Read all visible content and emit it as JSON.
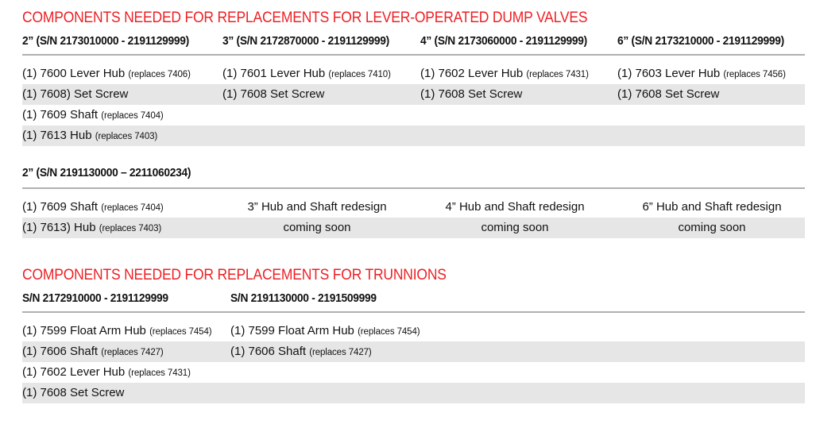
{
  "colors": {
    "heading_red": "#ed2024",
    "row_stripe": "#e6e6e6",
    "rule": "#b0b0b0",
    "text": "#111111"
  },
  "section1": {
    "title": "COMPONENTS NEEDED FOR REPLACEMENTS FOR LEVER-OPERATED DUMP VALVES",
    "columns": [
      "2” (S/N 2173010000 - 2191129999)",
      "3” (S/N 2172870000 - 2191129999)",
      "4” (S/N 2173060000 - 2191129999)",
      "6” (S/N 2173210000 - 2191129999)"
    ],
    "rows": [
      {
        "c1_main": "(1) 7600 Lever Hub ",
        "c1_note": "(replaces 7406)",
        "c2_main": "(1) 7601 Lever Hub ",
        "c2_note": "(replaces 7410)",
        "c3_main": "(1) 7602 Lever Hub ",
        "c3_note": "(replaces 7431)",
        "c4_main": "(1) 7603 Lever Hub ",
        "c4_note": "(replaces 7456)"
      },
      {
        "c1_main": "(1) 7608) Set Screw",
        "c1_note": "",
        "c2_main": "(1) 7608 Set Screw",
        "c2_note": "",
        "c3_main": "(1) 7608 Set Screw",
        "c3_note": "",
        "c4_main": "(1) 7608 Set Screw",
        "c4_note": ""
      },
      {
        "c1_main": "(1) 7609 Shaft ",
        "c1_note": "(replaces 7404)",
        "c2_main": "",
        "c2_note": "",
        "c3_main": "",
        "c3_note": "",
        "c4_main": "",
        "c4_note": ""
      },
      {
        "c1_main": "(1) 7613 Hub ",
        "c1_note": "(replaces 7403)",
        "c2_main": "",
        "c2_note": "",
        "c3_main": "",
        "c3_note": "",
        "c4_main": "",
        "c4_note": ""
      }
    ]
  },
  "section2": {
    "subhead": "2” (S/N 2191130000 – 2211060234)",
    "rows": [
      {
        "c1_main": "(1) 7609 Shaft ",
        "c1_note": "(replaces 7404)",
        "c2_main": "3” Hub and Shaft redesign",
        "c2_note": "",
        "c3_main": "4” Hub and Shaft redesign",
        "c3_note": "",
        "c4_main": "6” Hub and Shaft redesign",
        "c4_note": ""
      },
      {
        "c1_main": "(1) 7613) Hub ",
        "c1_note": "(replaces 7403)",
        "c2_main": "coming soon",
        "c2_note": "",
        "c3_main": "coming soon",
        "c3_note": "",
        "c4_main": "coming soon",
        "c4_note": ""
      }
    ]
  },
  "section3": {
    "title": "COMPONENTS NEEDED FOR REPLACEMENTS FOR TRUNNIONS",
    "columns": [
      "S/N 2172910000 - 2191129999",
      "S/N 2191130000 - 2191509999"
    ],
    "rows": [
      {
        "c1_main": "(1) 7599 Float Arm Hub ",
        "c1_note": "(replaces 7454)",
        "c2_main": "(1) 7599 Float Arm Hub ",
        "c2_note": "(replaces 7454)"
      },
      {
        "c1_main": "(1) 7606 Shaft ",
        "c1_note": "(replaces 7427)",
        "c2_main": "(1) 7606 Shaft ",
        "c2_note": "(replaces 7427)"
      },
      {
        "c1_main": "(1) 7602 Lever Hub ",
        "c1_note": "(replaces 7431)",
        "c2_main": "",
        "c2_note": ""
      },
      {
        "c1_main": "(1) 7608 Set Screw",
        "c1_note": "",
        "c2_main": "",
        "c2_note": ""
      }
    ]
  }
}
